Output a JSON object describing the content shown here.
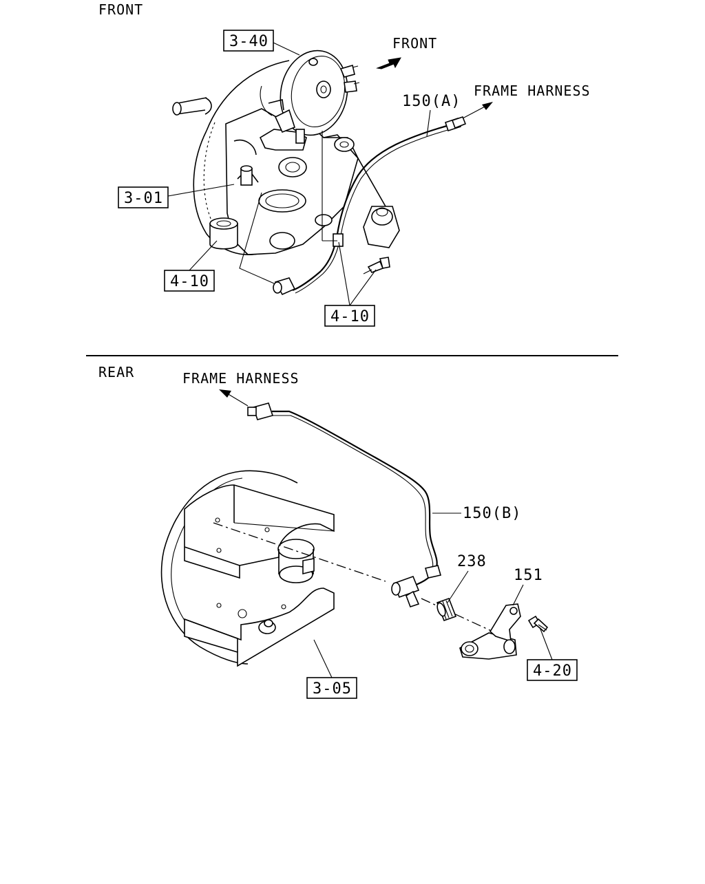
{
  "front_section": {
    "title": "FRONT",
    "direction_label": "FRONT",
    "harness_label": "FRAME HARNESS",
    "callouts": {
      "brake_chamber": "3-40",
      "knuckle": "3-01",
      "sensor_cable": "150(A)",
      "clip_left": "4-10",
      "clip_right": "4-10"
    }
  },
  "rear_section": {
    "title": "REAR",
    "harness_label": "FRAME HARNESS",
    "callouts": {
      "sensor_cable": "150(B)",
      "bushing": "238",
      "bracket": "151",
      "bolt": "4-20",
      "brake_assembly": "3-05"
    }
  }
}
